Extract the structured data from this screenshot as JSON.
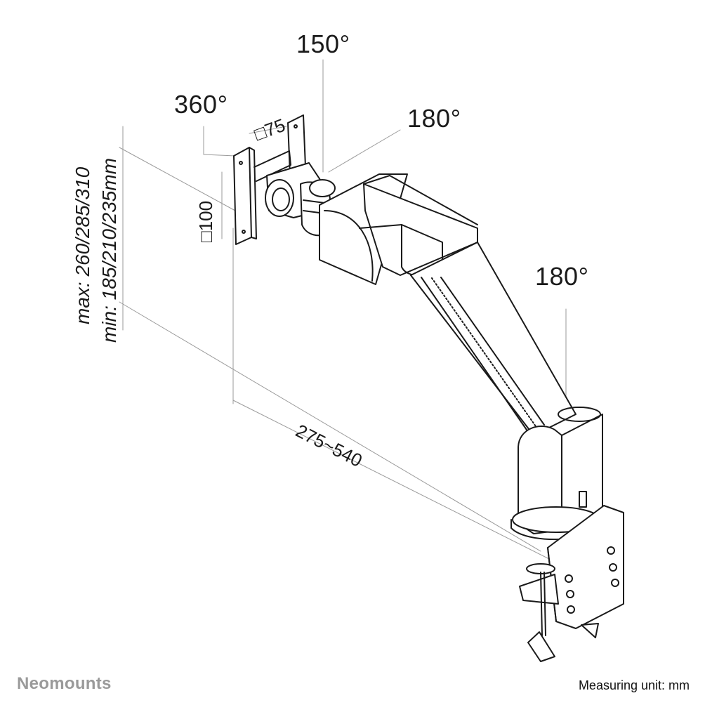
{
  "labels": {
    "tilt_angle": "150°",
    "rotate_angle": "360°",
    "vesa_small": "□75",
    "vesa_large": "□100",
    "swivel_upper": "180°",
    "swivel_lower": "180°",
    "height_max": "max: 260/285/310",
    "height_min": "min: 185/210/235mm",
    "reach": "275~540"
  },
  "footer": {
    "brand": "Neomounts",
    "measuring_unit": "Measuring unit: mm"
  },
  "colors": {
    "stroke": "#1a1a1a",
    "dimension_line": "#9a9a9a",
    "brand": "#9a9a9a"
  }
}
